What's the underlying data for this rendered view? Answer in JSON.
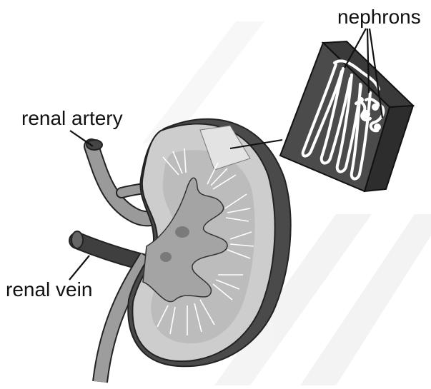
{
  "labels": {
    "nephrons": "nephrons",
    "renal_artery": "renal artery",
    "renal_vein": "renal vein"
  },
  "colors": {
    "outline": "#222222",
    "cortex": "#cfcfcf",
    "medulla": "#bdbdbd",
    "capsule": "#4a4a4a",
    "pelvis": "#a9a9a9",
    "vessel": "#8f8f8f",
    "vein": "#3b3b3b",
    "nephron_lines": "#ffffff",
    "watermark": "#ececec"
  },
  "icons": [
    "kidney-cross-section",
    "nephron-wedge-magnified"
  ]
}
